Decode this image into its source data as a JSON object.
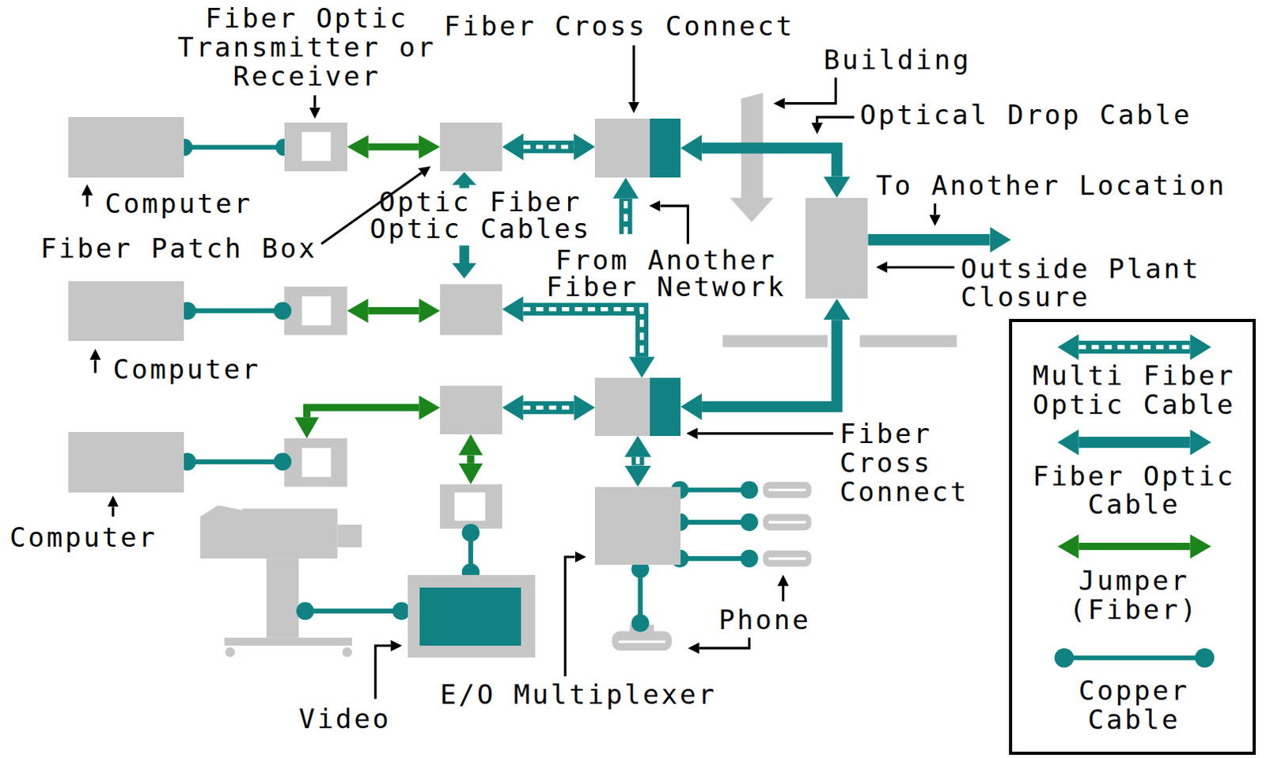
{
  "diagram": {
    "nodes": [
      {
        "text": [
          "Fiber Optic Transmitter or Receiver"
        ]
      },
      {
        "text": [
          "Fiber Cross Connect"
        ]
      },
      {
        "text": [
          "Computer"
        ]
      },
      {
        "text": [
          "Fiber Patch Box"
        ]
      },
      {
        "text": [
          "Outside Plant Closure"
        ]
      },
      {
        "text": [
          "Computer"
        ]
      },
      {
        "text": [
          "Fiber Cross Connect"
        ]
      },
      {
        "text": [
          "Computer"
        ]
      },
      {
        "text": [
          "E/O Multiplexer"
        ]
      },
      {
        "text": [
          "Video"
        ]
      }
    ],
    "edges": [
      {
        "from": 2,
        "to": 0,
        "arrow": "none"
      },
      {
        "from": 0,
        "to": 3,
        "arrow": "both"
      },
      {
        "from": 3,
        "to": 1,
        "arrow": "both"
      },
      {
        "from": 1,
        "to": 4,
        "arrow": "both"
      },
      {
        "from": 4,
        "to": 6,
        "arrow": "both"
      },
      {
        "from": 6,
        "to": 8,
        "arrow": "both"
      }
    ],
    "labels": [
      "Building",
      "Optical Drop Cable",
      "To Another Location",
      "Optic Fiber Optic Cables",
      "From Another Fiber Network",
      "Phone"
    ],
    "legend": [
      {
        "text": "Multi Fiber Optic Cable"
      },
      {
        "text": "Fiber Optic Cable"
      },
      {
        "text": "Jumper (Fiber)"
      },
      {
        "text": "Copper Cable"
      }
    ]
  }
}
